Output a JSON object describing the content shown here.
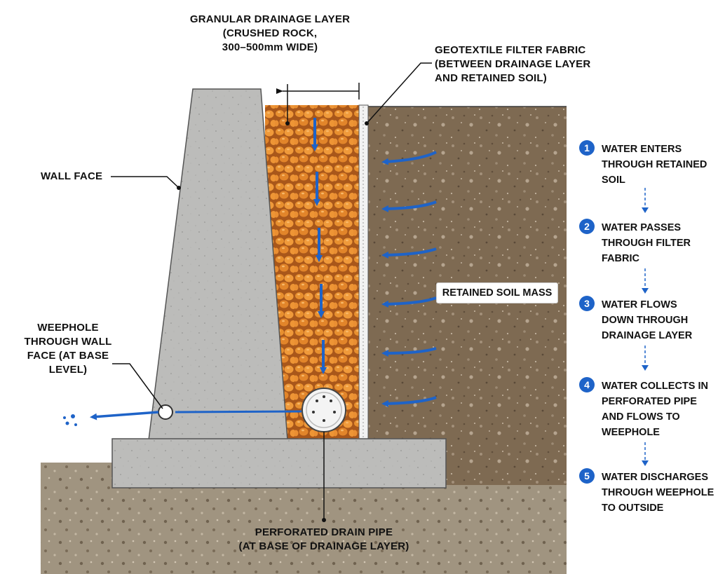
{
  "labels": {
    "drainage_layer": [
      "GRANULAR DRAINAGE LAYER",
      "(CRUSHED ROCK,",
      "300–500mm WIDE)"
    ],
    "geotextile": [
      "GEOTEXTILE FILTER FABRIC",
      "(BETWEEN DRAINAGE LAYER",
      "AND RETAINED SOIL)"
    ],
    "wall_face": "WALL FACE",
    "weephole": [
      "WEEPHOLE",
      "THROUGH WALL",
      "FACE (AT BASE",
      "LEVEL)"
    ],
    "retained_soil": "RETAINED SOIL MASS",
    "drain_pipe": [
      "PERFORATED DRAIN PIPE",
      "(AT BASE OF DRAINAGE LAYER)"
    ]
  },
  "steps": [
    {
      "num": "1",
      "lines": [
        "WATER ENTERS",
        "THROUGH RETAINED",
        "SOIL"
      ]
    },
    {
      "num": "2",
      "lines": [
        "WATER PASSES",
        "THROUGH FILTER",
        "FABRIC"
      ]
    },
    {
      "num": "3",
      "lines": [
        "WATER FLOWS",
        "DOWN THROUGH",
        "DRAINAGE LAYER"
      ]
    },
    {
      "num": "4",
      "lines": [
        "WATER COLLECTS IN",
        "PERFORATED PIPE",
        "AND FLOWS TO",
        "WEEPHOLE"
      ]
    },
    {
      "num": "5",
      "lines": [
        "WATER DISCHARGES",
        "THROUGH WEEPHOLE",
        "TO OUTSIDE"
      ]
    }
  ],
  "colors": {
    "concrete": "#b9b9b7",
    "concrete_dark": "#8f8f8d",
    "gravel": "#e58a2e",
    "gravel_dark": "#a9571a",
    "soil": "#7e6a52",
    "ground": "#9a8c78",
    "water": "#1e63c8",
    "fabric": "#e8e8e8"
  }
}
